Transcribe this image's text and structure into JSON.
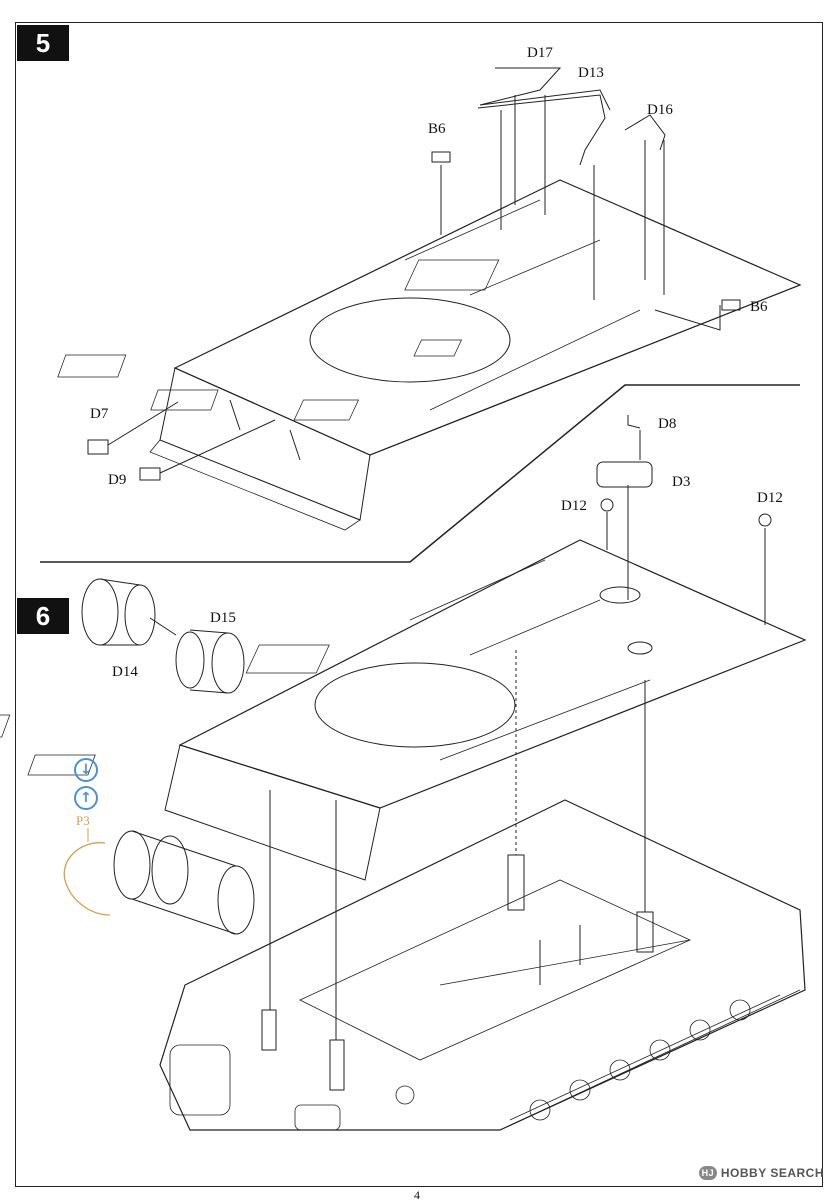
{
  "steps": [
    {
      "number": "5"
    },
    {
      "number": "6"
    }
  ],
  "labels": {
    "d17": "D17",
    "d13": "D13",
    "b6_top": "B6",
    "d16": "D16",
    "b6_right": "B6",
    "d7": "D7",
    "d9": "D9",
    "d8": "D8",
    "d3": "D3",
    "d12_left": "D12",
    "d12_right": "D12",
    "d15": "D15",
    "d14": "D14",
    "p3": "P3"
  },
  "icons": {
    "glue_top": "arrow-down-circle-icon",
    "glue_bottom": "arrow-up-circle-icon"
  },
  "watermark": {
    "logo": "HJ",
    "text": "HOBBY SEARCH"
  },
  "page_number": "4",
  "colors": {
    "line": "#222222",
    "accent_orange": "#d4a04a",
    "accent_blue": "#4a90d9",
    "badge": "#111111"
  }
}
